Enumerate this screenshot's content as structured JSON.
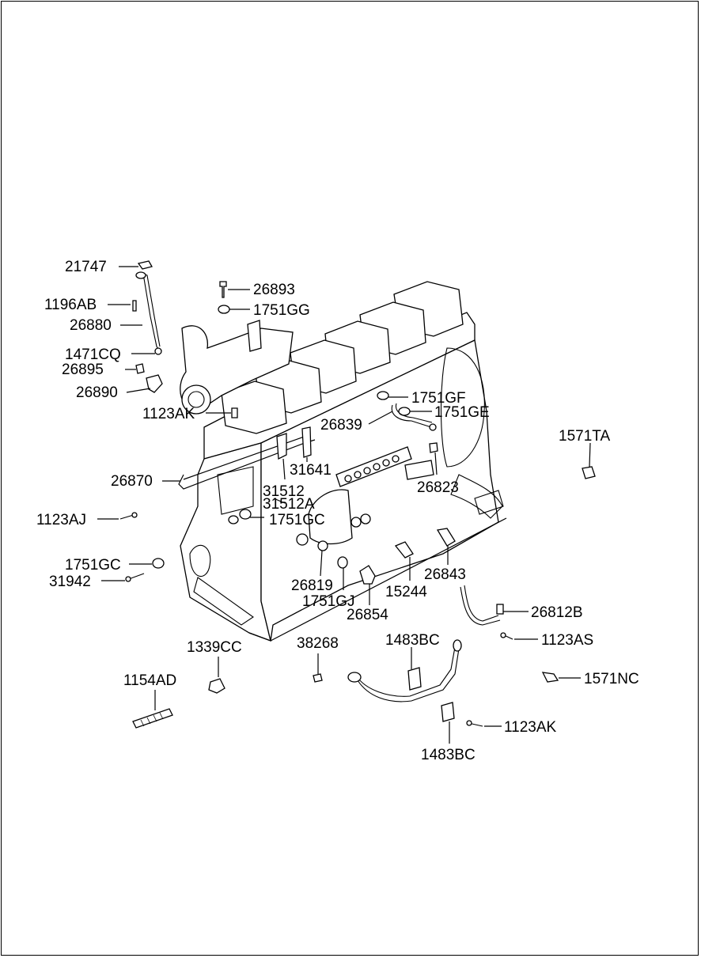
{
  "callouts": [
    {
      "id": "c-21747",
      "text": "21747"
    },
    {
      "id": "c-1196AB",
      "text": "1196AB"
    },
    {
      "id": "c-26880",
      "text": "26880"
    },
    {
      "id": "c-1471CQ",
      "text": "1471CQ"
    },
    {
      "id": "c-26895",
      "text": "26895"
    },
    {
      "id": "c-26890",
      "text": "26890"
    },
    {
      "id": "c-1123AK-a",
      "text": "1123AK"
    },
    {
      "id": "c-26893",
      "text": "26893"
    },
    {
      "id": "c-1751GG",
      "text": "1751GG"
    },
    {
      "id": "c-1751GF",
      "text": "1751GF"
    },
    {
      "id": "c-1751GE",
      "text": "1751GE"
    },
    {
      "id": "c-26839",
      "text": "26839"
    },
    {
      "id": "c-1571TA",
      "text": "1571TA"
    },
    {
      "id": "c-31641",
      "text": "31641"
    },
    {
      "id": "c-26823",
      "text": "26823"
    },
    {
      "id": "c-26870",
      "text": "26870"
    },
    {
      "id": "c-31512",
      "text": "31512"
    },
    {
      "id": "c-31512A",
      "text": "31512A"
    },
    {
      "id": "c-1123AJ",
      "text": "1123AJ"
    },
    {
      "id": "c-1751GC-a",
      "text": "1751GC"
    },
    {
      "id": "c-1751GC-b",
      "text": "1751GC"
    },
    {
      "id": "c-31942",
      "text": "31942"
    },
    {
      "id": "c-26819",
      "text": "26819"
    },
    {
      "id": "c-1751GJ",
      "text": "1751GJ"
    },
    {
      "id": "c-26854",
      "text": "26854"
    },
    {
      "id": "c-15244",
      "text": "15244"
    },
    {
      "id": "c-26843",
      "text": "26843"
    },
    {
      "id": "c-26812B",
      "text": "26812B"
    },
    {
      "id": "c-1123AS",
      "text": "1123AS"
    },
    {
      "id": "c-1483BC-a",
      "text": "1483BC"
    },
    {
      "id": "c-1339CC",
      "text": "1339CC"
    },
    {
      "id": "c-38268",
      "text": "38268"
    },
    {
      "id": "c-1154AD",
      "text": "1154AD"
    },
    {
      "id": "c-1571NC",
      "text": "1571NC"
    },
    {
      "id": "c-1123AK-b",
      "text": "1123AK"
    },
    {
      "id": "c-1483BC-b",
      "text": "1483BC"
    }
  ]
}
